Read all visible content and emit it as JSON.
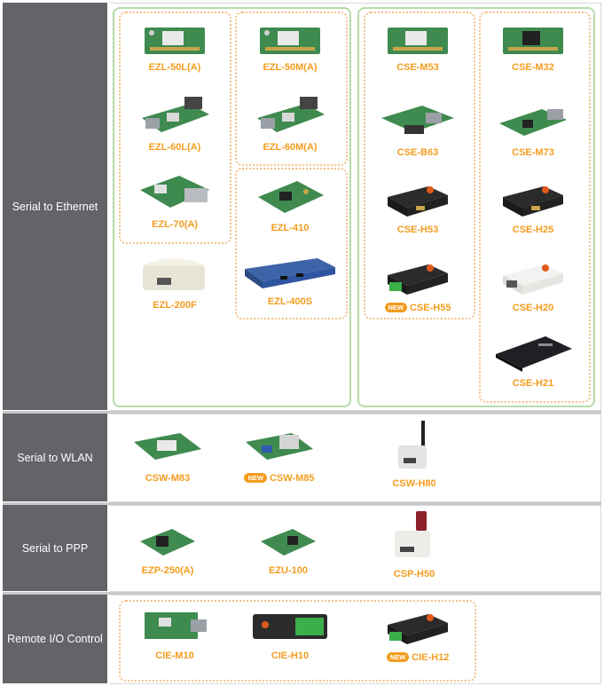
{
  "categories": {
    "eth": "Serial to Ethernet",
    "wlan": "Serial to WLAN",
    "ppp": "Serial to PPP",
    "rio": "Remote I/O Control"
  },
  "new_badge": "NEW",
  "products": {
    "ezl50l": "EZL-50L(A)",
    "ezl50m": "EZL-50M(A)",
    "ezl60l": "EZL-60L(A)",
    "ezl60m": "EZL-60M(A)",
    "ezl70": "EZL-70(A)",
    "ezl410": "EZL-410",
    "ezl200f": "EZL-200F",
    "ezl400s": "EZL-400S",
    "csem53": "CSE-M53",
    "csem32": "CSE-M32",
    "cseb63": "CSE-B63",
    "csem73": "CSE-M73",
    "cseh53": "CSE-H53",
    "cseh25": "CSE-H25",
    "cseh55": "CSE-H55",
    "cseh20": "CSE-H20",
    "cseh21": "CSE-H21",
    "cswm83": "CSW-M83",
    "cswm85": "CSW-M85",
    "cswh80": "CSW-H80",
    "ezp250": "EZP-250(A)",
    "ezu100": "EZU-100",
    "csph50": "CSP-H50",
    "ciem10": "CIE-M10",
    "cieh10": "CIE-H10",
    "cieh12": "CIE-H12"
  }
}
